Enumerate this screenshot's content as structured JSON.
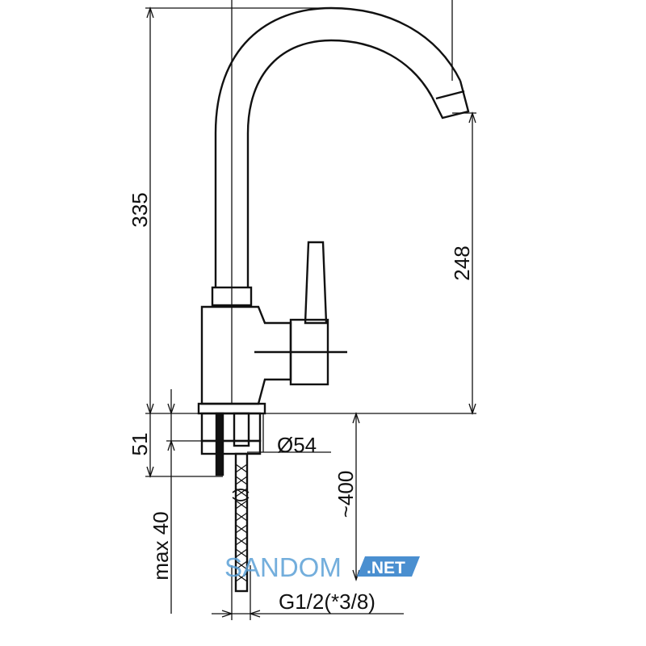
{
  "drawing": {
    "dimensions": {
      "total_height": "335",
      "spout_height": "248",
      "base_thickness": "51",
      "max_thickness": "max 40",
      "hose_length": "~400",
      "base_diameter": "Ø54",
      "connection_thread": "G1/2(*3/8)"
    }
  },
  "watermark": {
    "brand": "SANDOM",
    "suffix": ".NET",
    "colors": {
      "brand": "#5aa0d6",
      "badge": "#4a8fd0",
      "badge_text": "#ffffff"
    }
  },
  "colors": {
    "line": "#111111",
    "background": "#ffffff"
  }
}
